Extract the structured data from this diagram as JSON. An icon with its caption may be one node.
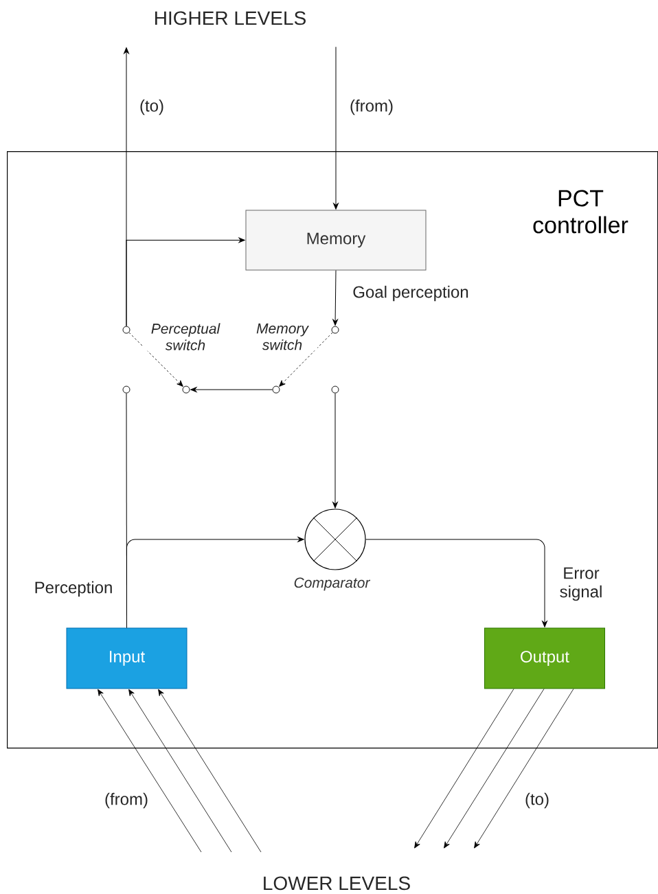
{
  "diagram": {
    "nodes": [
      {
        "text": [
          "PCT controller"
        ]
      },
      {
        "text": [
          "Memory"
        ],
        "in": 0
      },
      {
        "text": [],
        "shape": "circle",
        "in": 0
      },
      {
        "text": [],
        "shape": "circle",
        "in": 0
      },
      {
        "text": [],
        "shape": "circle",
        "in": 0
      },
      {
        "text": [],
        "shape": "circle",
        "in": 0
      },
      {
        "text": [],
        "shape": "circle",
        "in": 0
      },
      {
        "text": [],
        "shape": "circle",
        "in": 0
      },
      {
        "text": [],
        "shape": "circle",
        "in": 0,
        "beside": [
          "Comparator"
        ]
      },
      {
        "text": [
          "Input"
        ],
        "in": 0
      },
      {
        "text": [
          "Output"
        ],
        "in": 0
      },
      {
        "text": [
          "HIGHER LEVELS"
        ]
      }
    ],
    "edges": [
      {
        "from": 2,
        "to": 11,
        "arrow": "to",
        "label": "(to)"
      },
      {
        "from": 11,
        "to": 1,
        "arrow": "to",
        "label": "(from)"
      },
      {
        "from": 2,
        "to": 1,
        "arrow": "to"
      },
      {
        "from": 1,
        "to": 3,
        "arrow": "to",
        "label": "Goal perception"
      },
      {
        "from": 2,
        "to": 5,
        "arrow": "to",
        "style": "dashed",
        "label": "Perceptual switch"
      },
      {
        "from": 3,
        "to": 6,
        "arrow": "to",
        "style": "dashed",
        "label": "Memory switch"
      },
      {
        "from": 6,
        "to": 5,
        "arrow": "to"
      },
      {
        "from": 7,
        "to": 8,
        "arrow": "to"
      },
      {
        "from": 9,
        "to": 4,
        "arrow": "none",
        "label": "Perception"
      },
      {
        "from": 9,
        "to": 8,
        "arrow": "to"
      },
      {
        "from": 8,
        "to": 10,
        "arrow": "to",
        "label": "Error signal"
      },
      {
        "from": null,
        "to": 9,
        "arrow": "to",
        "label": "(from)"
      },
      {
        "from": null,
        "to": 9,
        "arrow": "to"
      },
      {
        "from": null,
        "to": 9,
        "arrow": "to"
      },
      {
        "from": 10,
        "to": null,
        "arrow": "to"
      },
      {
        "from": 10,
        "to": null,
        "arrow": "to"
      },
      {
        "from": 10,
        "to": null,
        "arrow": "to",
        "label": "(to)"
      }
    ],
    "labels": [
      "LOWER LEVELS"
    ]
  }
}
